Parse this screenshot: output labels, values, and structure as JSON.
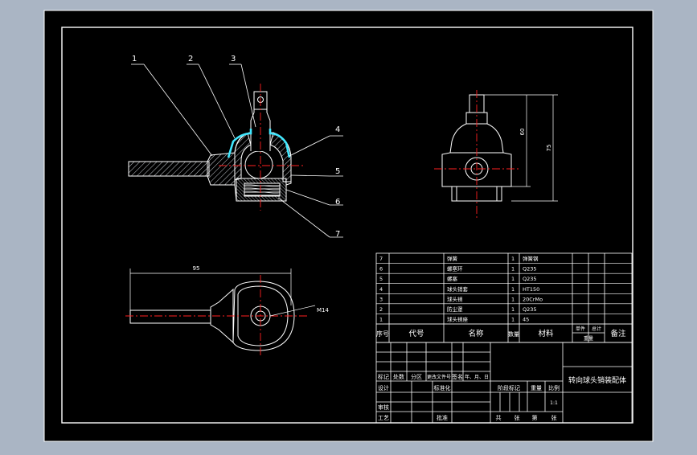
{
  "balloons": [
    "1",
    "2",
    "3",
    "4",
    "5",
    "6",
    "7"
  ],
  "dimensions": {
    "height_inner": "60",
    "height_outer": "75",
    "length": "95",
    "thread": "M14"
  },
  "bom": [
    {
      "no": "7",
      "name": "弹簧",
      "qty": "1",
      "material": "弹簧钢"
    },
    {
      "no": "6",
      "name": "螺塞环",
      "qty": "1",
      "material": "Q235"
    },
    {
      "no": "5",
      "name": "螺塞",
      "qty": "1",
      "material": "Q235"
    },
    {
      "no": "4",
      "name": "球头销套",
      "qty": "1",
      "material": "HT150"
    },
    {
      "no": "3",
      "name": "球头销",
      "qty": "1",
      "material": "20CrMo"
    },
    {
      "no": "2",
      "name": "防尘罩",
      "qty": "1",
      "material": "Q235"
    },
    {
      "no": "1",
      "name": "球头销座",
      "qty": "1",
      "material": "45"
    }
  ],
  "bom_header": {
    "no": "序号",
    "code": "代号",
    "name": "名称",
    "qty": "数量",
    "material": "材料",
    "unit_weight": "单件",
    "total_weight": "总计",
    "weight": "重量",
    "remark": "备注"
  },
  "title_block": {
    "title": "转向球头销装配体",
    "mark": "标记",
    "count": "处数",
    "zone": "分区",
    "change_doc": "更改文件号",
    "sign": "签名",
    "date": "年、月、日",
    "design": "设计",
    "standardize": "标准化",
    "check": "审核",
    "process": "工艺",
    "approve": "批准",
    "stage_mark": "阶段标记",
    "weight": "重量",
    "scale": "比例",
    "scale_value": "1:1",
    "sheets_total": "共",
    "sheets": "张",
    "sheet_no": "第"
  },
  "colors": {
    "background": "#aab5c4",
    "paper": "#000000",
    "line": "#ffffff",
    "centerline": "#ff2020",
    "hatch": "#c8ccd2",
    "cover": "#40e8ff"
  }
}
